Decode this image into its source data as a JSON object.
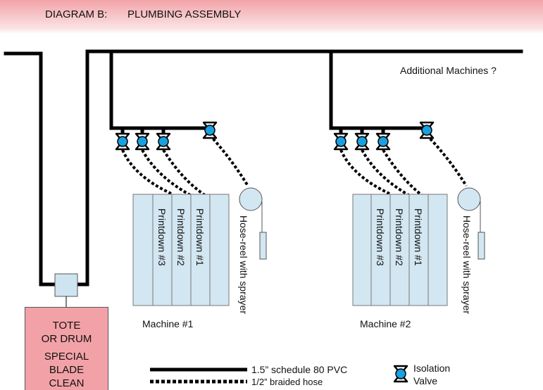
{
  "header": {
    "label": "DIAGRAM B:",
    "title": "PLUMBING ASSEMBLY"
  },
  "additional_machines": "Additional Machines ?",
  "tote": {
    "line1": "TOTE",
    "line2": "OR DRUM",
    "line3": "SPECIAL",
    "line4": "BLADE",
    "line5": "CLEAN"
  },
  "machines": [
    {
      "label": "Machine #1",
      "printdowns": [
        "Printdown #3",
        "Printdown #2",
        "Printdown #1"
      ],
      "hose_reel": "Hose-reel with sprayer"
    },
    {
      "label": "Machine #2",
      "printdowns": [
        "Printdown #3",
        "Printdown #2",
        "Printdown #1"
      ],
      "hose_reel": "Hose-reel with sprayer"
    }
  ],
  "legend": {
    "pvc": "1.5” schedule 80 PVC",
    "hose": "1/2” braided hose",
    "valve_line1": "Isolation",
    "valve_line2": "Valve"
  },
  "colors": {
    "header_pink": "#f2a3a8",
    "tote_pink": "#f2a2a7",
    "machine_blue": "#d3e7f2",
    "valve_blue": "#18a0e0",
    "pipe": "#000000"
  },
  "icons": [
    "isolation-valve-icon",
    "hose-reel-icon",
    "sprayer-icon"
  ]
}
